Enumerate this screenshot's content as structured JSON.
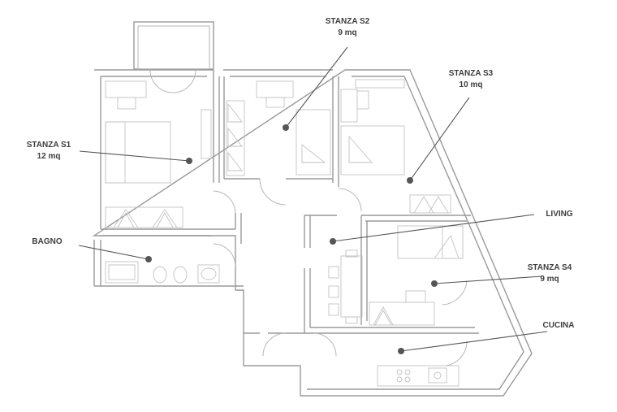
{
  "rooms": {
    "s1": {
      "name": "STANZA S1",
      "area": "12 mq"
    },
    "s2": {
      "name": "STANZA S2",
      "area": "9 mq"
    },
    "s3": {
      "name": "STANZA S3",
      "area": "10 mq"
    },
    "s4": {
      "name": "STANZA S4",
      "area": "9 mq"
    },
    "bagno": {
      "name": "BAGNO"
    },
    "living": {
      "name": "LIVING"
    },
    "cucina": {
      "name": "CUCINA"
    }
  }
}
